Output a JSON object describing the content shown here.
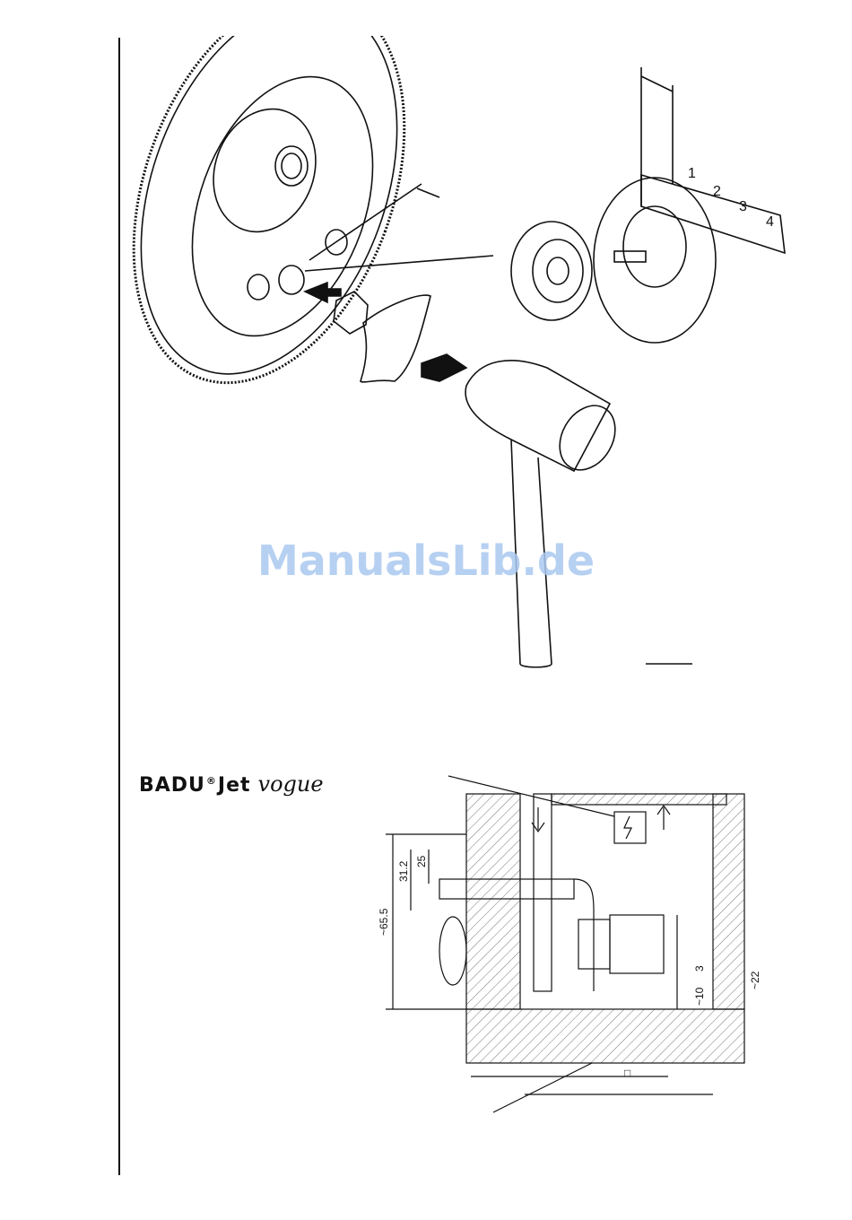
{
  "brand": {
    "name": "BADU",
    "reg": "®",
    "product": "Jet",
    "script": "vogue"
  },
  "watermark": "ManualsLib.de",
  "ruler": {
    "ticks": [
      "1",
      "2",
      "3",
      "4"
    ]
  },
  "section_drawing": {
    "dimensions": {
      "d1": "31.2",
      "d2": "25",
      "d3": "~65.5",
      "d4": "3",
      "d5": "~10",
      "d6": "~22",
      "square": "□"
    }
  }
}
